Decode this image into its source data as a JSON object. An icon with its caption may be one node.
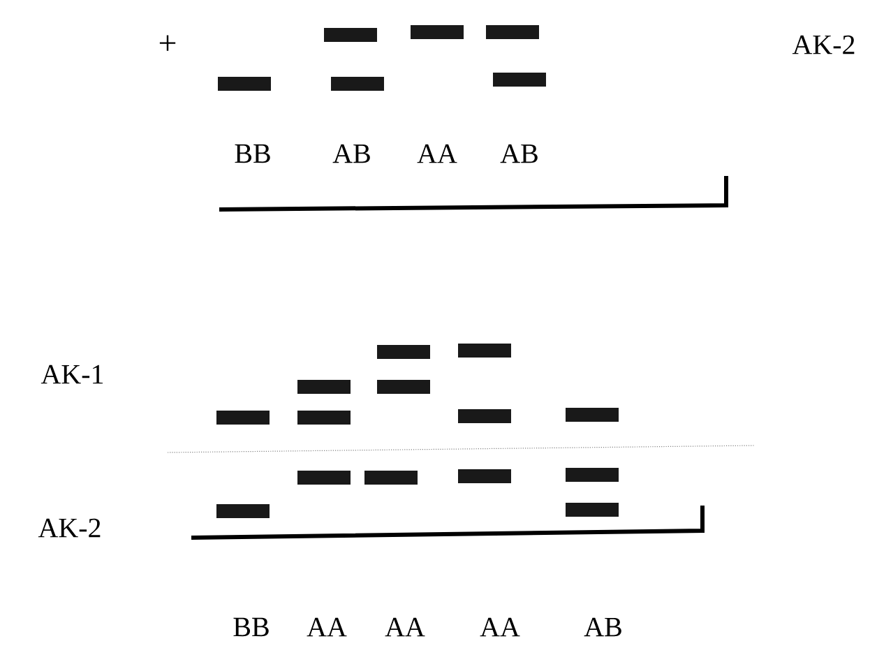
{
  "diagram": {
    "labels": [
      "+",
      "AK-2",
      "BB",
      "AB",
      "AA",
      "AB",
      "AK-1",
      "AK-2",
      "BB",
      "AA",
      "AA",
      "AA",
      "AB"
    ]
  }
}
